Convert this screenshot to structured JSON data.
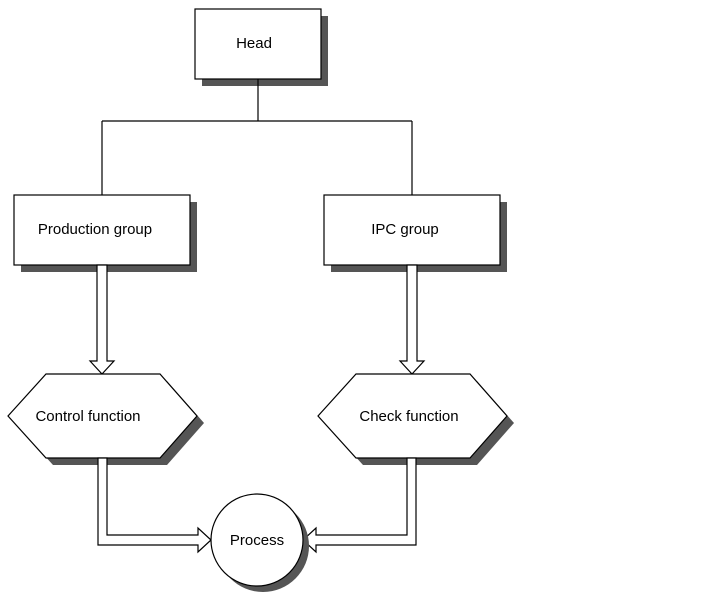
{
  "nodes": {
    "head": "Head",
    "production_group": "Production group",
    "ipc_group": "IPC group",
    "control_function": "Control function",
    "check_function": "Check function",
    "process": "Process"
  }
}
